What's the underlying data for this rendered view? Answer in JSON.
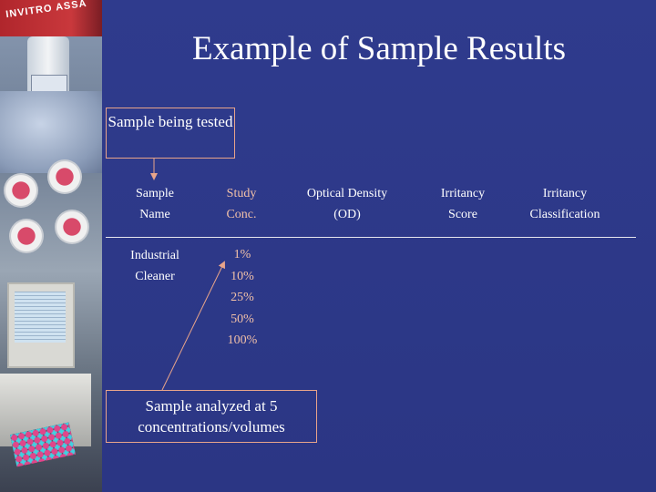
{
  "slide": {
    "title": "Example of Sample Results",
    "callout_top": "Sample being tested",
    "callout_bottom": "Sample analyzed at 5 concentrations/volumes",
    "photo_box_text": "INVITRO ASSA"
  },
  "table": {
    "headers": [
      {
        "line1": "Sample",
        "line2": "Name"
      },
      {
        "line1": "Study",
        "line2": "Conc."
      },
      {
        "line1": "Optical Density",
        "line2": "(OD)"
      },
      {
        "line1": "Irritancy",
        "line2": "Score"
      },
      {
        "line1": "Irritancy",
        "line2": "Classification"
      }
    ],
    "sample_name": {
      "line1": "Industrial",
      "line2": "Cleaner"
    },
    "concentrations": [
      "1%",
      "10%",
      "25%",
      "50%",
      "100%"
    ]
  },
  "colors": {
    "background": "#2e3a8a",
    "accent_text": "#f2c1a8",
    "callout_border": "#e8a48a",
    "text": "#ffffff"
  }
}
